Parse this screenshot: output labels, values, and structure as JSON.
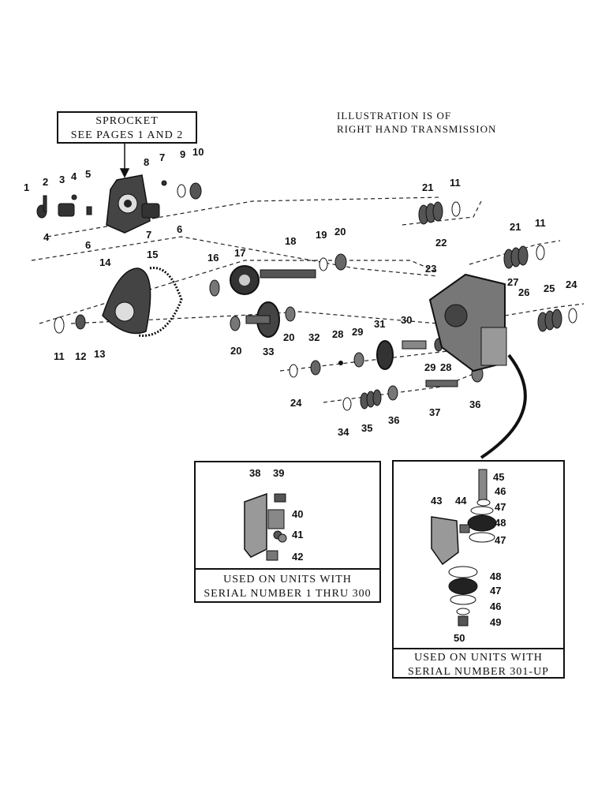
{
  "header_note": {
    "line1": "ILLUSTRATION IS OF",
    "line2": "RIGHT HAND TRANSMISSION"
  },
  "sprocket_box": {
    "line1": "SPROCKET",
    "line2": "SEE PAGES 1 AND 2"
  },
  "inset_left": {
    "caption_line1": "USED ON UNITS WITH",
    "caption_line2": "SERIAL NUMBER 1 THRU 300",
    "callouts": [
      "38",
      "39",
      "40",
      "41",
      "42"
    ]
  },
  "inset_right": {
    "caption_line1": "USED ON UNITS WITH",
    "caption_line2": "SERIAL NUMBER 301-UP",
    "callouts": [
      "43",
      "44",
      "45",
      "46",
      "47",
      "48",
      "47",
      "48",
      "47",
      "46",
      "49",
      "50"
    ]
  },
  "main_callouts": [
    "1",
    "2",
    "3",
    "4",
    "5",
    "4",
    "6",
    "7",
    "8",
    "7",
    "6",
    "9",
    "10",
    "11",
    "21",
    "22",
    "21",
    "11",
    "14",
    "15",
    "16",
    "17",
    "18",
    "19",
    "20",
    "23",
    "27",
    "26",
    "25",
    "24",
    "11",
    "12",
    "13",
    "20",
    "33",
    "20",
    "32",
    "28",
    "29",
    "31",
    "30",
    "29",
    "28",
    "24",
    "34",
    "35",
    "36",
    "37",
    "36"
  ]
}
